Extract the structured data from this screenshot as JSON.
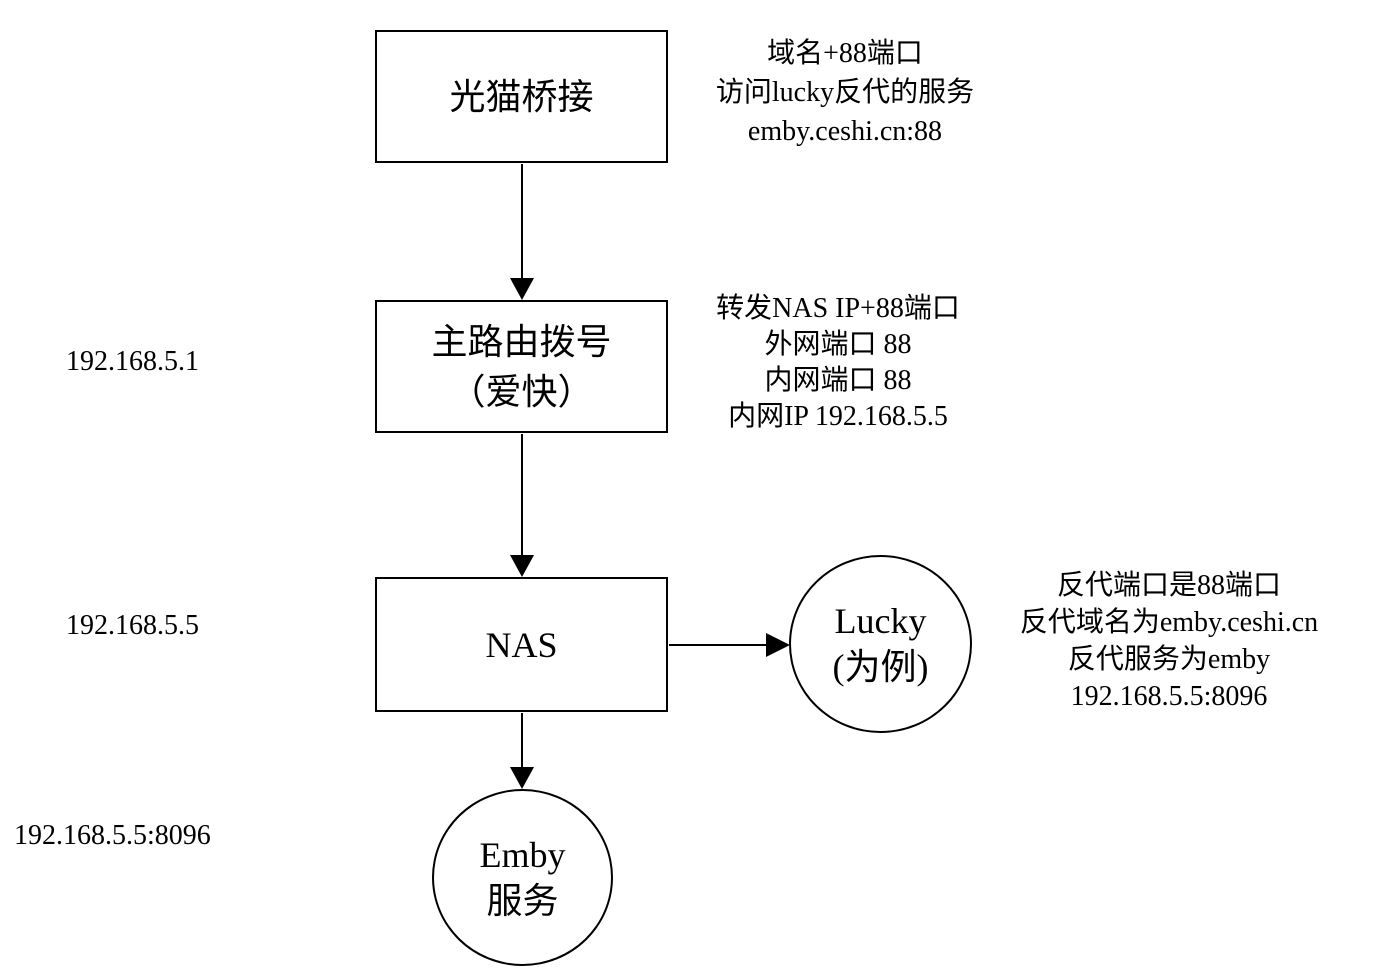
{
  "nodes": {
    "modem": {
      "label": "光猫桥接"
    },
    "router": {
      "line1": "主路由拨号",
      "line2": "（爱快）"
    },
    "nas": {
      "label": "NAS"
    },
    "lucky": {
      "line1": "Lucky",
      "line2": "(为例)"
    },
    "emby": {
      "line1": "Emby",
      "line2": "服务"
    }
  },
  "left_labels": {
    "router_ip": "192.168.5.1",
    "nas_ip": "192.168.5.5",
    "emby_addr": "192.168.5.5:8096"
  },
  "annotations": {
    "modem": [
      "域名+88端口",
      "访问lucky反代的服务",
      "emby.ceshi.cn:88"
    ],
    "router": [
      "转发NAS IP+88端口",
      "外网端口 88",
      "内网端口 88",
      "内网IP 192.168.5.5"
    ],
    "lucky": [
      "反代端口是88端口",
      "反代域名为emby.ceshi.cn",
      "反代服务为emby",
      "192.168.5.5:8096"
    ]
  },
  "colors": {
    "stroke": "#000000",
    "background": "#ffffff",
    "text": "#000000"
  }
}
